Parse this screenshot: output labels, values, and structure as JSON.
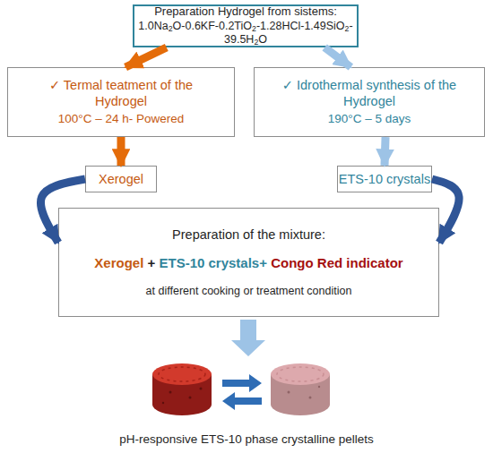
{
  "diagram": {
    "caption": "pH-responsive ETS-10 phase crystalline pellets",
    "nodes": [
      {
        "text": [
          "Preparation Hydrogel from sistems:",
          "1.0Na2O-0.6KF-0.2TiO2-1.28HCl-1.49SiO2-39.5H2O"
        ]
      },
      {
        "text": [
          "✓ Termal teatment of the Hydrogel",
          "100°C – 24 h- Powered"
        ]
      },
      {
        "text": [
          "✓ Idrothermal synthesis of the Hydrogel",
          "190°C – 5 days"
        ]
      },
      {
        "text": [
          "Xerogel"
        ]
      },
      {
        "text": [
          "ETS-10 crystals"
        ]
      },
      {
        "text": [
          "Preparation of the mixture:",
          "Xerogel + ETS-10 crystals+ Congo Red indicator",
          "at different cooking or treatment condition"
        ]
      }
    ],
    "edges": [
      {
        "from": 0,
        "to": 1,
        "arrow": "to"
      },
      {
        "from": 0,
        "to": 2,
        "arrow": "to"
      },
      {
        "from": 1,
        "to": 3,
        "arrow": "to"
      },
      {
        "from": 2,
        "to": 4,
        "arrow": "to"
      },
      {
        "from": 3,
        "to": 5,
        "arrow": "to"
      },
      {
        "from": 4,
        "to": 5,
        "arrow": "to"
      }
    ]
  }
}
